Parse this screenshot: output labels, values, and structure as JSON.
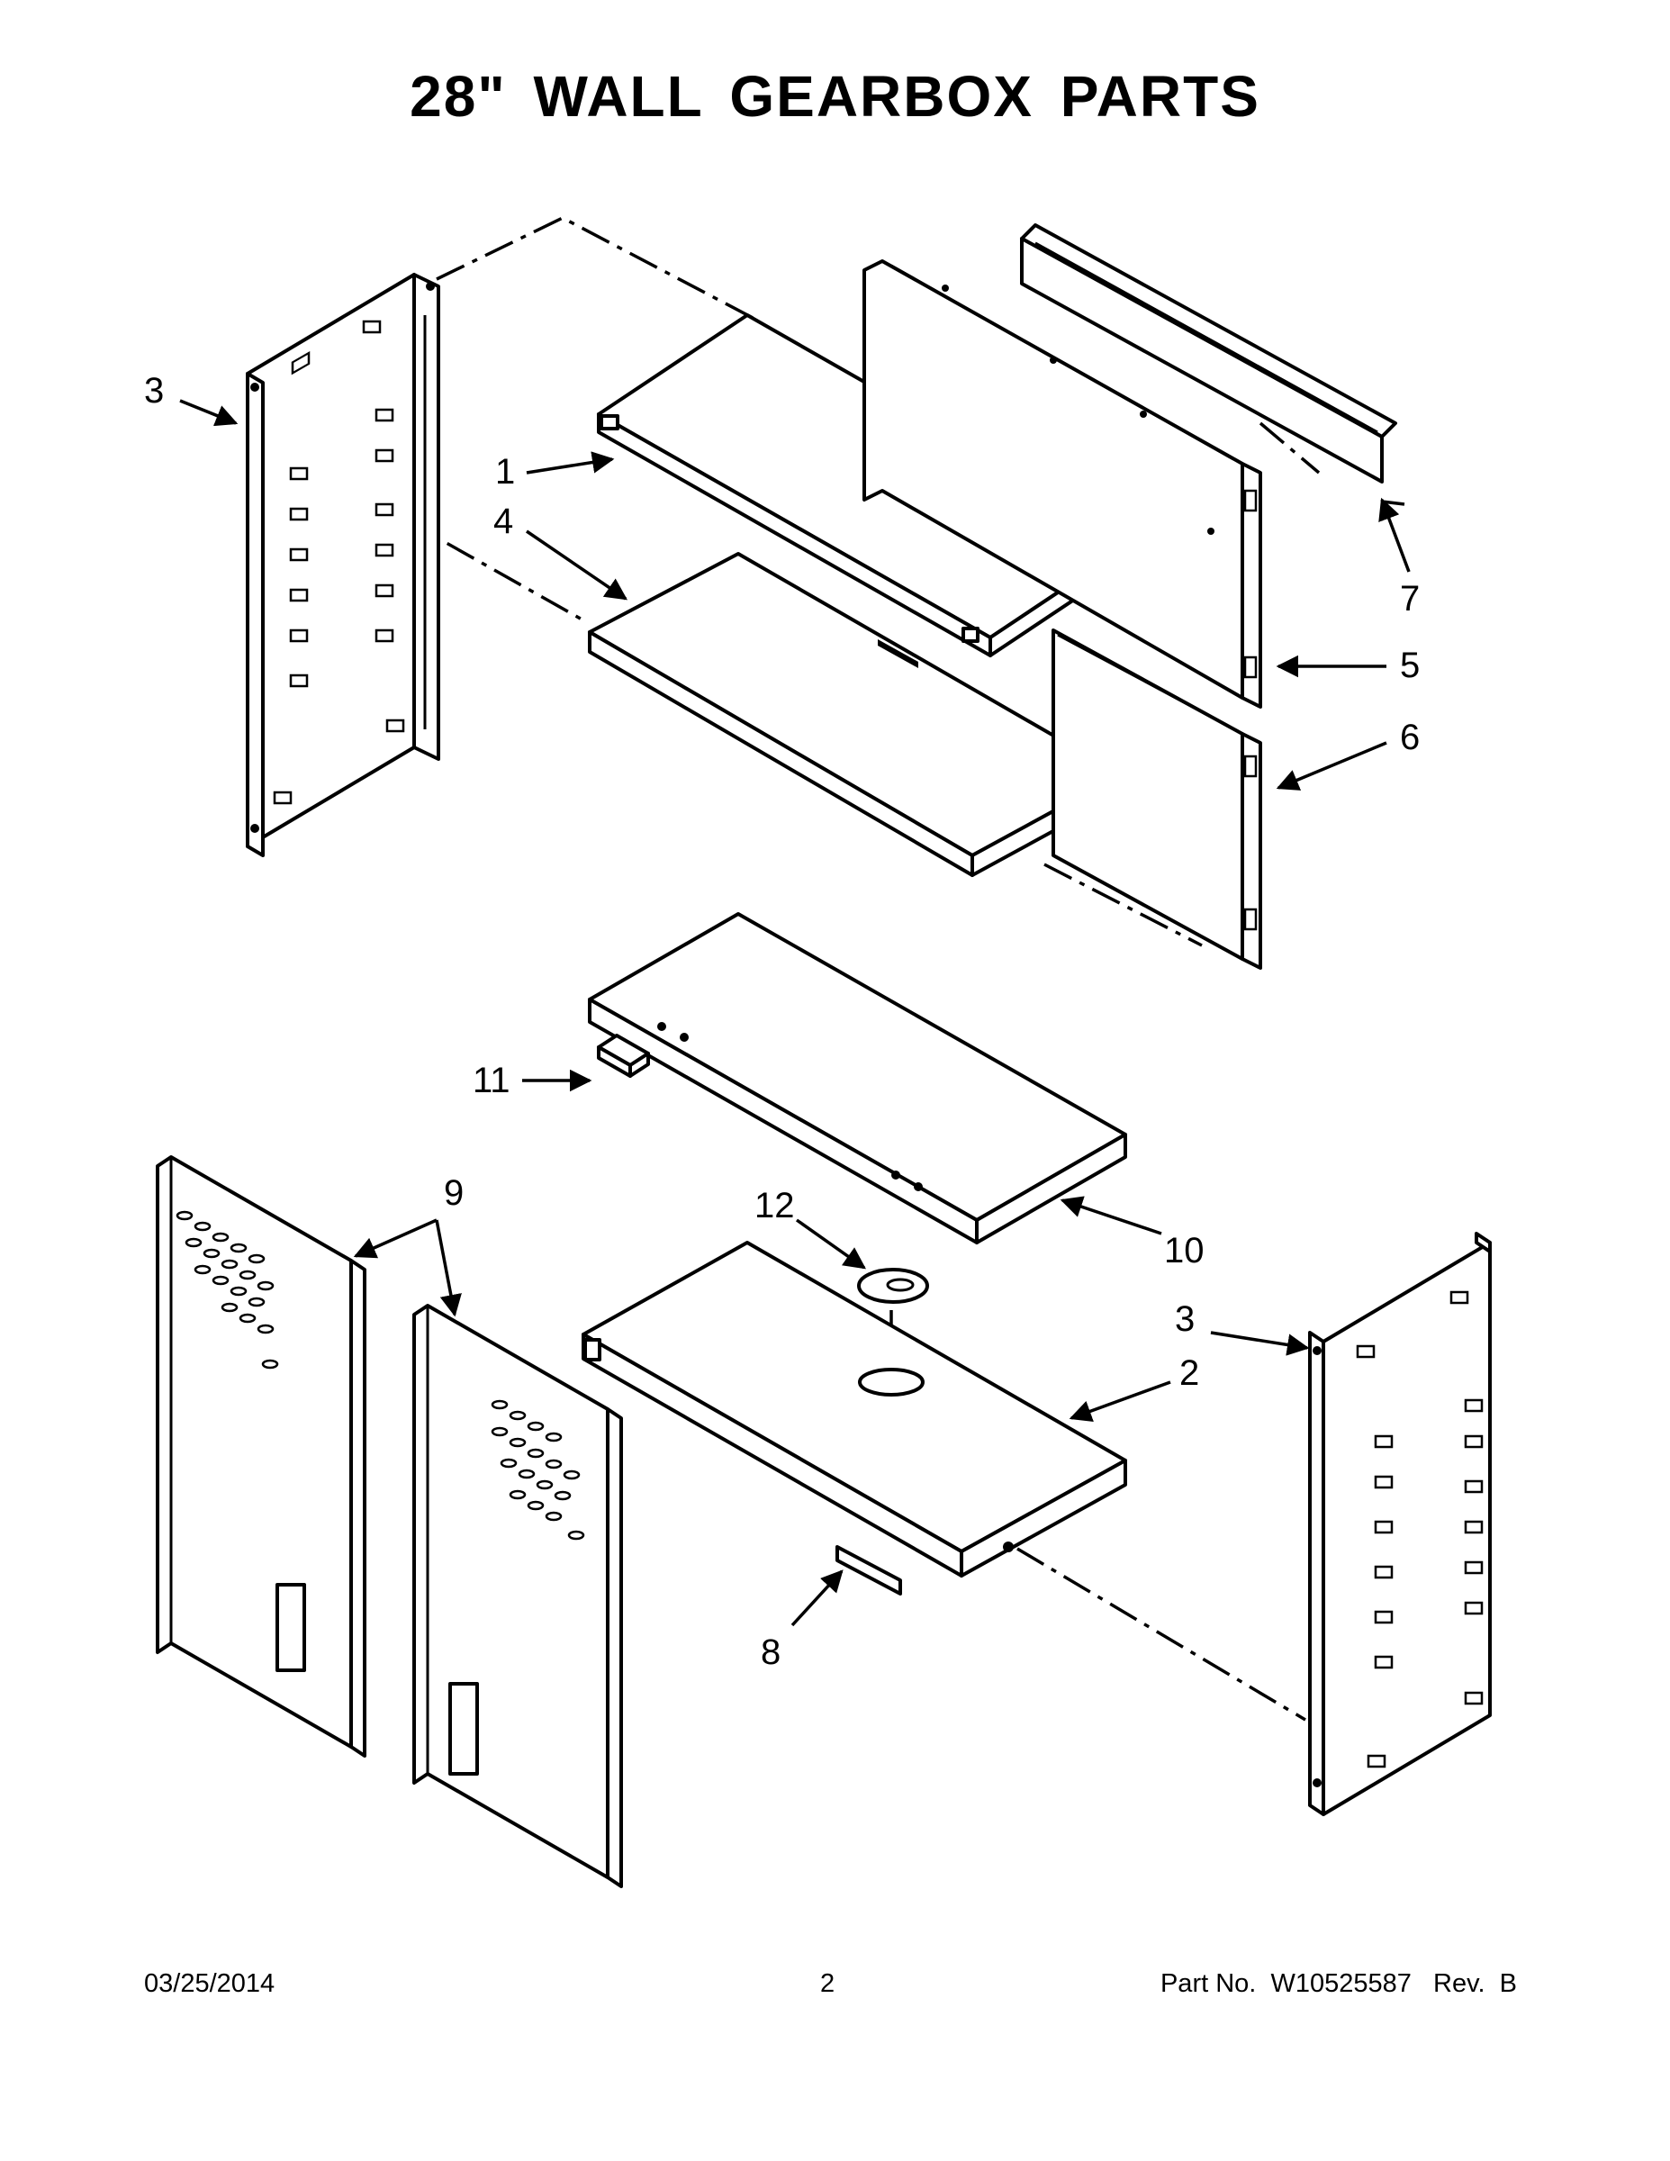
{
  "title": "28\" WALL GEARBOX PARTS",
  "footer": {
    "date": "03/25/2014",
    "page": "2",
    "part_label": "Part No.",
    "part_number": "W10525587",
    "rev_label": "Rev.",
    "rev_value": "B"
  },
  "callouts": {
    "c1": "1",
    "c2": "2",
    "c3_left": "3",
    "c3_right": "3",
    "c4": "4",
    "c5": "5",
    "c6": "6",
    "c7": "7",
    "c8": "8",
    "c9": "9",
    "c10": "10",
    "c11": "11",
    "c12": "12"
  }
}
